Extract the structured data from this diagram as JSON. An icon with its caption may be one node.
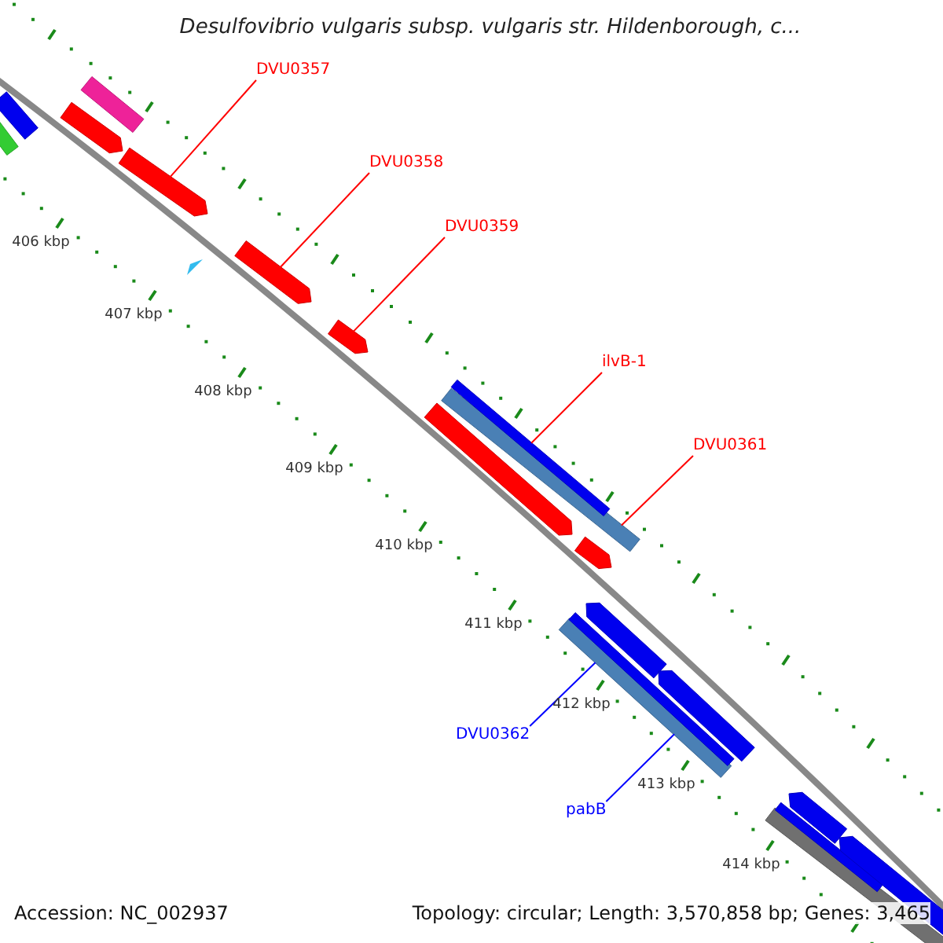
{
  "diagram": {
    "title": "Desulfovibrio vulgaris subsp. vulgaris str. Hildenborough, c...",
    "nodes": [
      {
        "text": [
          "DVU0357"
        ]
      },
      {
        "text": [
          "DVU0358"
        ]
      },
      {
        "text": [
          "DVU0359"
        ]
      },
      {
        "text": [
          "ilvB-1"
        ]
      },
      {
        "text": [
          "DVU0361"
        ]
      },
      {
        "text": [
          "DVU0362"
        ]
      },
      {
        "text": [
          "pabB"
        ]
      },
      {
        "text": [],
        "shape": "bar"
      },
      {
        "text": [],
        "shape": "bar"
      },
      {
        "text": [],
        "shape": "bar"
      },
      {
        "text": [],
        "shape": "bar"
      },
      {
        "text": [],
        "shape": "bar"
      },
      {
        "text": [],
        "shape": "bar"
      },
      {
        "text": [],
        "shape": "bar"
      },
      {
        "text": [],
        "shape": "bar"
      },
      {
        "text": [],
        "shape": "bar"
      },
      {
        "text": [],
        "shape": "bar"
      },
      {
        "text": [],
        "shape": "bar"
      },
      {
        "text": [],
        "shape": "bar"
      },
      {
        "text": [],
        "shape": "bar"
      },
      {
        "text": [],
        "shape": "bar"
      },
      {
        "text": [],
        "shape": "bar"
      },
      {
        "text": [],
        "shape": "bar"
      },
      {
        "text": [],
        "shape": "triangle"
      }
    ],
    "edges": [
      {
        "from": 0,
        "to": 11,
        "arrow": "none"
      },
      {
        "from": 1,
        "to": 12,
        "arrow": "none"
      },
      {
        "from": 2,
        "to": 13,
        "arrow": "none"
      },
      {
        "from": 3,
        "to": 16,
        "arrow": "none"
      },
      {
        "from": 4,
        "to": 16,
        "arrow": "none"
      },
      {
        "from": 5,
        "to": 19,
        "arrow": "none",
        "color": "#0000ff"
      },
      {
        "from": 6,
        "to": 19,
        "arrow": "none",
        "color": "#0000ff"
      }
    ],
    "labels": [
      "406 kbp",
      "407 kbp",
      "408 kbp",
      "409 kbp",
      "410 kbp",
      "411 kbp",
      "412 kbp",
      "413 kbp",
      "414 kbp",
      "Accession: NC_002937",
      "Topology: circular; Length: 3,570,858 bp; Genes: 3,465"
    ]
  }
}
